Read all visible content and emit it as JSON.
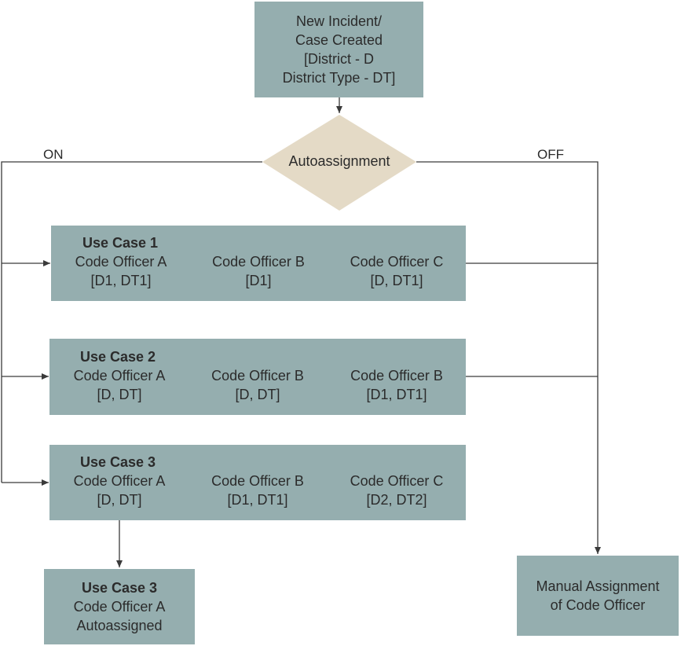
{
  "start": {
    "lines": [
      "New Incident/",
      "Case Created",
      "[District - D",
      "District Type - DT]"
    ]
  },
  "decision": {
    "label": "Autoassignment",
    "on_label": "ON",
    "off_label": "OFF"
  },
  "use_cases": [
    {
      "title": "Use Case 1",
      "officers": [
        {
          "name": "Code Officer A",
          "scope": "[D1, DT1]"
        },
        {
          "name": "Code Officer B",
          "scope": "[D1]"
        },
        {
          "name": "Code Officer C",
          "scope": "[D, DT1]"
        }
      ]
    },
    {
      "title": "Use Case 2",
      "officers": [
        {
          "name": "Code Officer A",
          "scope": "[D, DT]"
        },
        {
          "name": "Code Officer B",
          "scope": "[D, DT]"
        },
        {
          "name": "Code Officer B",
          "scope": "[D1, DT1]"
        }
      ]
    },
    {
      "title": "Use Case 3",
      "officers": [
        {
          "name": "Code Officer A",
          "scope": "[D, DT]"
        },
        {
          "name": "Code Officer B",
          "scope": "[D1, DT1]"
        },
        {
          "name": "Code Officer C",
          "scope": "[D2, DT2]"
        }
      ]
    }
  ],
  "result": {
    "title": "Use Case 3",
    "lines": [
      "Code Officer A",
      "Autoassigned"
    ]
  },
  "manual": {
    "lines": [
      "Manual Assignment",
      "of Code Officer"
    ]
  },
  "colors": {
    "box": "#95aeaf",
    "diamond": "#e4dac6",
    "line": "#3a3a3a"
  }
}
